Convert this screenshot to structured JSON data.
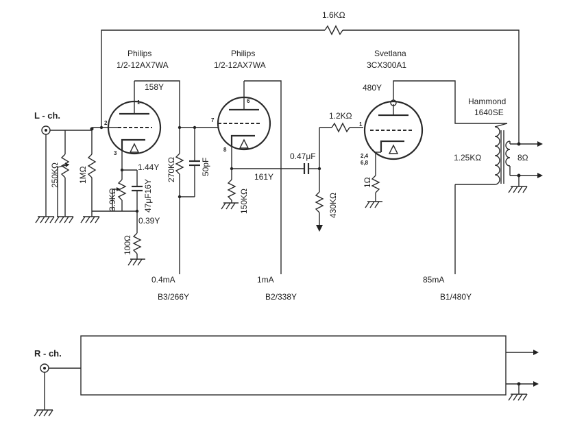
{
  "lch": {
    "label": "L - ch.",
    "feedback_resistor": "1.6KΩ",
    "tube1": {
      "maker": "Philips",
      "type": "1/2-12AX7WA",
      "plate_voltage": "158Y",
      "cathode_voltage": "1.44Y",
      "pin_plate": "1",
      "pin_grid": "2",
      "pin_cathode": "3"
    },
    "tube2": {
      "maker": "Philips",
      "type": "1/2-12AX7WA",
      "pin_plate": "6",
      "pin_grid": "7",
      "pin_cathode": "8",
      "cathode_voltage": "161Y"
    },
    "tube3": {
      "maker": "Svetlana",
      "type": "3CX300A1",
      "plate_voltage": "480Y",
      "pin_grid": "1",
      "pin_filament": "2,4\n6,8"
    },
    "transformer": {
      "brand": "Hammond",
      "model": "1640SE",
      "primary": "1.25KΩ",
      "secondary": "8Ω"
    },
    "components": {
      "vol_pot": "250KΩ",
      "grid_leak": "1MΩ",
      "cathode_pot": "3.9KΩ",
      "cathode_cap": "47μF16Y",
      "cathode_node_voltage": "0.39Y",
      "cathode_bottom": "100Ω",
      "plate_load_1": "270KΩ",
      "shunt_cap": "50pF",
      "cathode_res_2": "150KΩ",
      "coupling_cap": "0.47μF",
      "grid_leak_3": "430KΩ",
      "grid_stopper": "1.2KΩ",
      "filament_res": "1Ω"
    },
    "supplies": [
      {
        "current": "0.4mA",
        "label": "B3/266Y"
      },
      {
        "current": "1mA",
        "label": "B2/338Y"
      },
      {
        "current": "85mA",
        "label": "B1/480Y"
      }
    ]
  },
  "rch": {
    "label": "R - ch."
  }
}
